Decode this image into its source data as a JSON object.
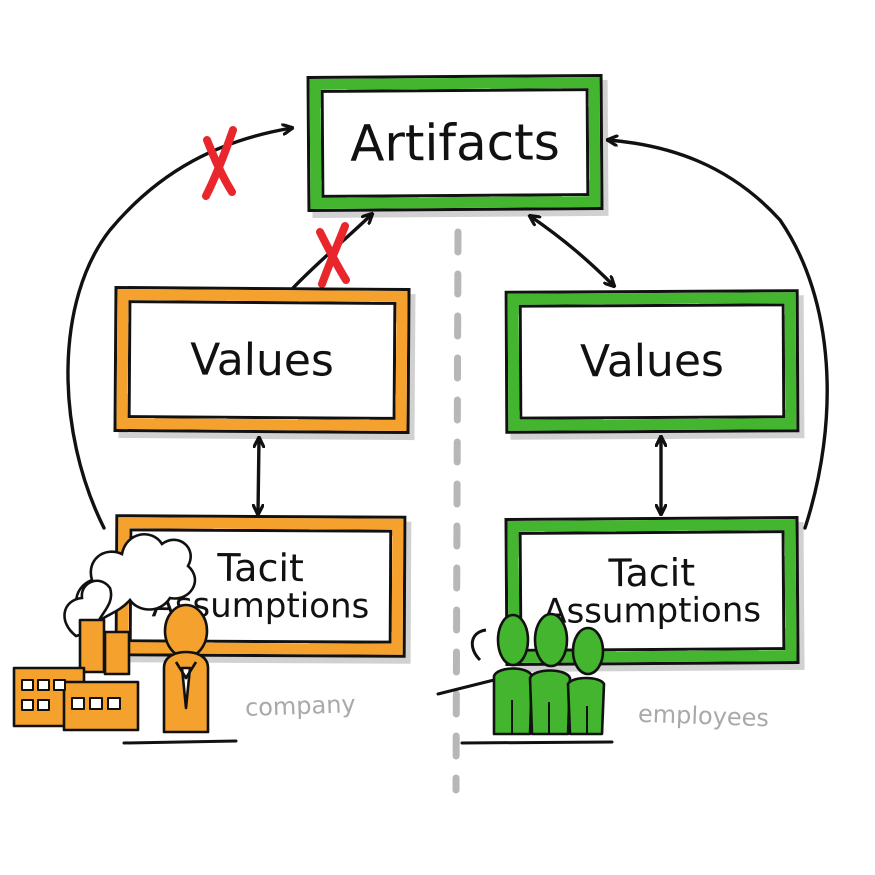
{
  "colors": {
    "green": "#44b52f",
    "orange": "#f4a12e",
    "cross_red": "#e8262b",
    "outline": "#111111",
    "caption_gray": "#a9a9a9",
    "divider_gray": "#b7b7b7"
  },
  "boxes": {
    "artifacts": {
      "label": "Artifacts",
      "color": "green"
    },
    "values_left": {
      "label": "Values",
      "color": "orange"
    },
    "values_right": {
      "label": "Values",
      "color": "green"
    },
    "tacit_left": {
      "label_line1": "Tacit",
      "label_line2": "Assumptions",
      "color": "orange"
    },
    "tacit_right": {
      "label_line1": "Tacit",
      "label_line2": "Assumptions",
      "color": "green"
    }
  },
  "captions": {
    "company": "company",
    "employees": "employees"
  },
  "icons": {
    "company": [
      "factory-icon",
      "smoke-icon",
      "businessman-icon"
    ],
    "employees": [
      "employee-group-icon"
    ],
    "blocked": [
      "cross-mark-icon"
    ]
  }
}
